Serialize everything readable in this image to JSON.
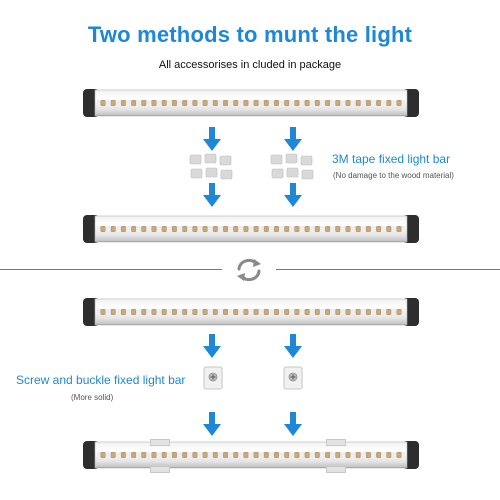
{
  "header": {
    "title": "Two methods to munt the light",
    "subtitle": "All accessorises in cluded in package"
  },
  "method_tape": {
    "label": "3M tape fixed light bar",
    "note": "(No damage to the wood material)"
  },
  "method_screw": {
    "label": "Screw and buckle fixed light bar",
    "note": "(More solid)"
  },
  "icons": {
    "arrow": "arrow-down-icon",
    "swap": "swap-icon",
    "tape": "tape-icon",
    "screw": "screw-icon"
  },
  "colors": {
    "accent": "#1e87d6",
    "led": "#c9a97a"
  }
}
